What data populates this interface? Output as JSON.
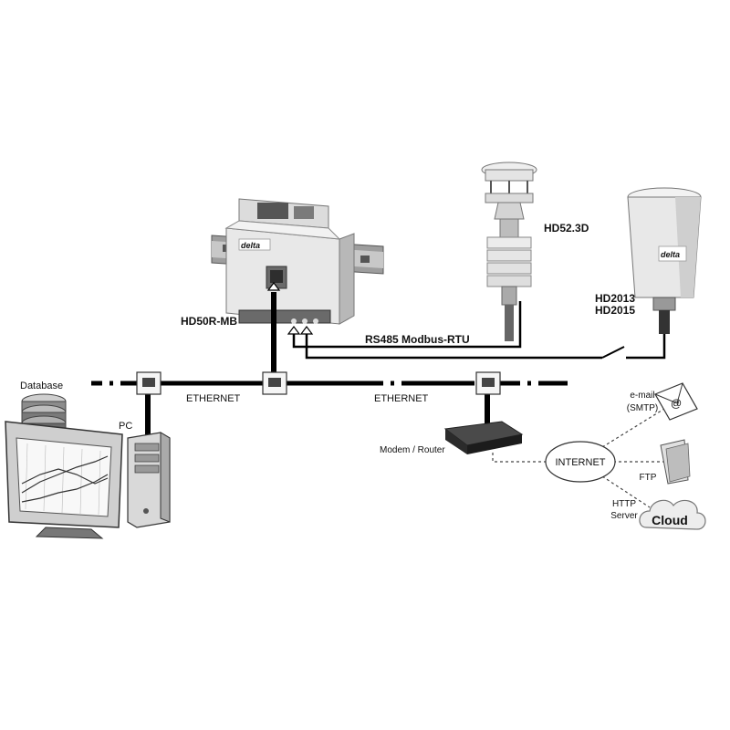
{
  "labels": {
    "hd50r": "HD50R-MB",
    "hd52": "HD52.3D",
    "hd2013": "HD2013",
    "hd2015": "HD2015",
    "rs485": "RS485 Modbus-RTU",
    "ethernet_left": "ETHERNET",
    "ethernet_right": "ETHERNET",
    "database": "Database",
    "pc": "PC",
    "modem": "Modem / Router",
    "internet": "INTERNET",
    "email_line1": "e-mail",
    "email_line2": "(SMTP)",
    "ftp": "FTP",
    "http_line1": "HTTP",
    "http_line2": "Server",
    "cloud": "Cloud"
  },
  "icons": {
    "email": "email-at-icon",
    "ftp": "folder-icon",
    "cloud": "cloud-icon",
    "database": "database-icon",
    "port": "rj45-port-icon"
  },
  "colors": {
    "cable": "#000000",
    "device_body": "#e8e8e8",
    "device_shadow": "#9a9a9a",
    "line_dashed": "#444444"
  }
}
